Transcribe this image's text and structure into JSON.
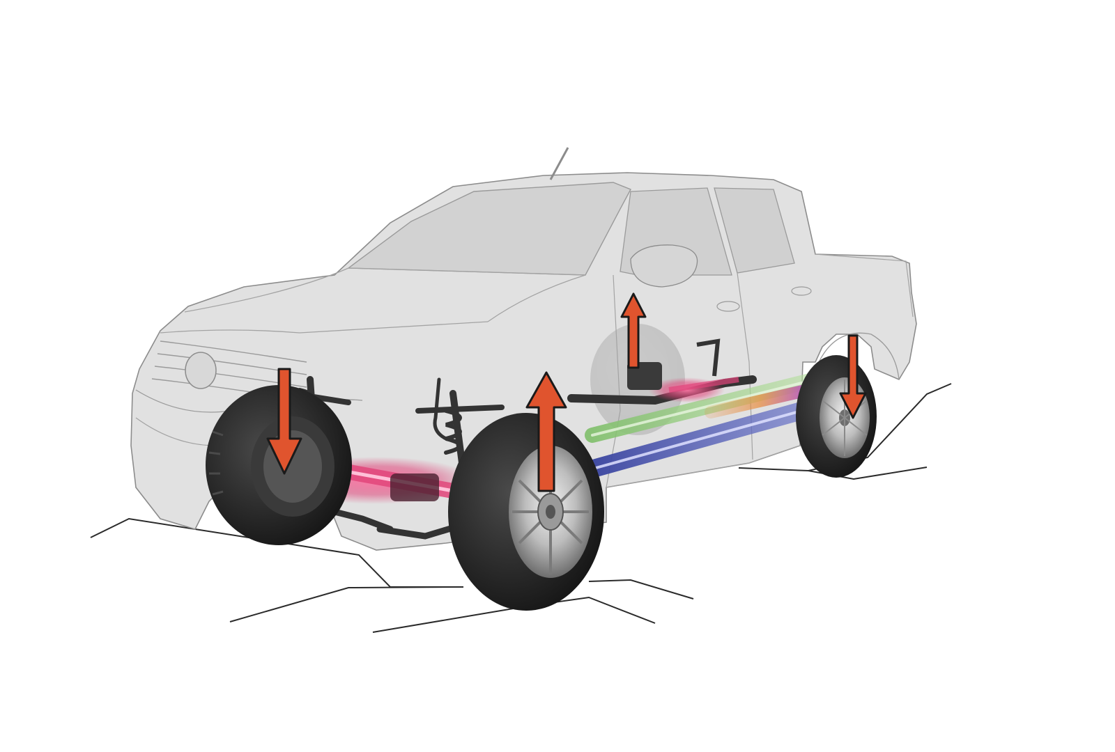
{
  "diagram": {
    "subject": "pickup-truck-suspension-articulation",
    "colors": {
      "body_fill": "#dcdcdc",
      "body_outline": "#8c8c8c",
      "body_detail": "#a3a3a3",
      "tire": "#2b2b2b",
      "tire_tread": "#4a4a4a",
      "rim": "#bfbfbf",
      "rim_dark": "#7a7a7a",
      "suspension": "#3a3a3a",
      "front_driveline_glow": "#e0457a",
      "rear_driveline_glow": "#d7406f",
      "frame_rail_green": "#7fbf6a",
      "frame_rail_blue": "#4a55a8",
      "frame_rail_purple": "#b050c8",
      "frame_rail_orange": "#e88a3a",
      "arrow_fill": "#e0542e",
      "arrow_outline": "#1a1a1a",
      "terrain_line": "#2a2a2a"
    },
    "arrows": [
      {
        "name": "front-left-wheel-down-arrow",
        "direction": "down"
      },
      {
        "name": "front-right-wheel-up-arrow",
        "direction": "up"
      },
      {
        "name": "rear-left-wheel-up-arrow",
        "direction": "up"
      },
      {
        "name": "rear-right-wheel-down-arrow",
        "direction": "down"
      }
    ]
  }
}
